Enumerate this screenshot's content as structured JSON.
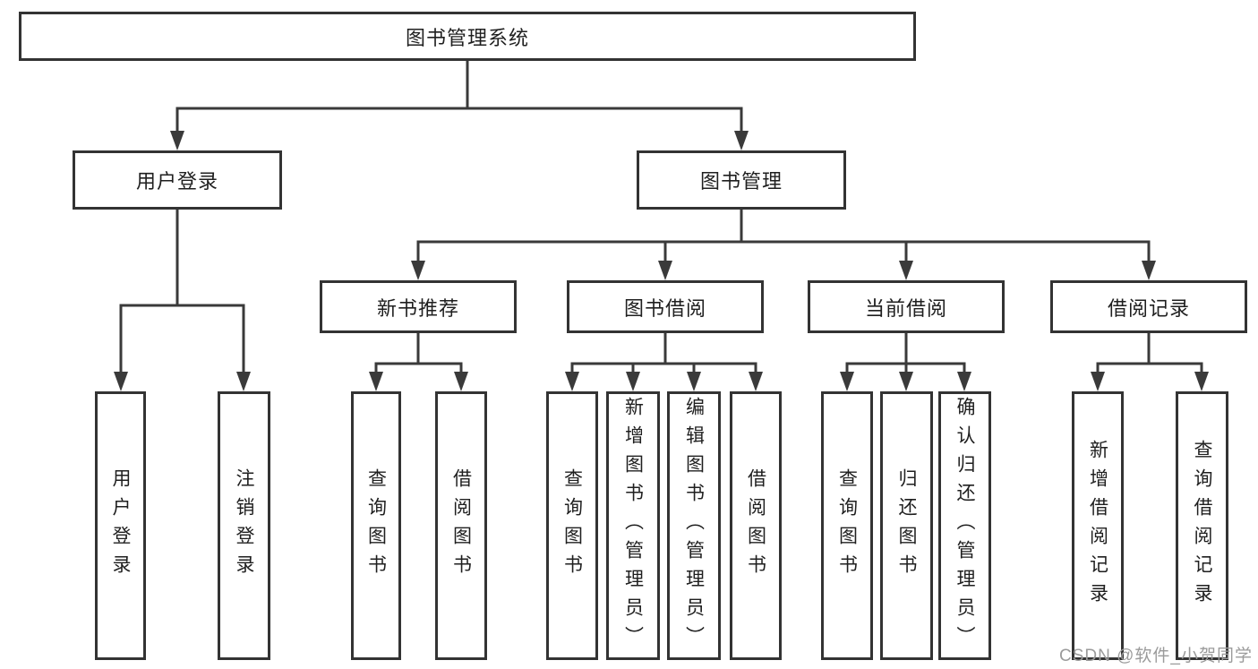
{
  "diagram": {
    "title": "图书管理系统",
    "type": "tree",
    "tree": {
      "label": "图书管理系统",
      "children": [
        {
          "label": "用户登录",
          "children": [
            {
              "label": "用户登录"
            },
            {
              "label": "注销登录"
            }
          ]
        },
        {
          "label": "图书管理",
          "children": [
            {
              "label": "新书推荐",
              "children": [
                {
                  "label": "查询图书"
                },
                {
                  "label": "借阅图书"
                }
              ]
            },
            {
              "label": "图书借阅",
              "children": [
                {
                  "label": "查询图书"
                },
                {
                  "label": "新增图书（管理员）"
                },
                {
                  "label": "编辑图书（管理员）"
                },
                {
                  "label": "借阅图书"
                }
              ]
            },
            {
              "label": "当前借阅",
              "children": [
                {
                  "label": "查询图书"
                },
                {
                  "label": "归还图书"
                },
                {
                  "label": "确认归还（管理员）"
                }
              ]
            },
            {
              "label": "借阅记录",
              "children": [
                {
                  "label": "新增借阅记录"
                },
                {
                  "label": "查询借阅记录"
                }
              ]
            }
          ]
        }
      ]
    },
    "colors": {
      "line": "#3a3a3a",
      "box_border": "#333333",
      "box_fill": "#ffffff",
      "text": "#1f1f1f",
      "background": "#ffffff"
    }
  },
  "watermark": {
    "text": "CSDN @软件_小贺同学",
    "color": "#9b9b9b"
  }
}
